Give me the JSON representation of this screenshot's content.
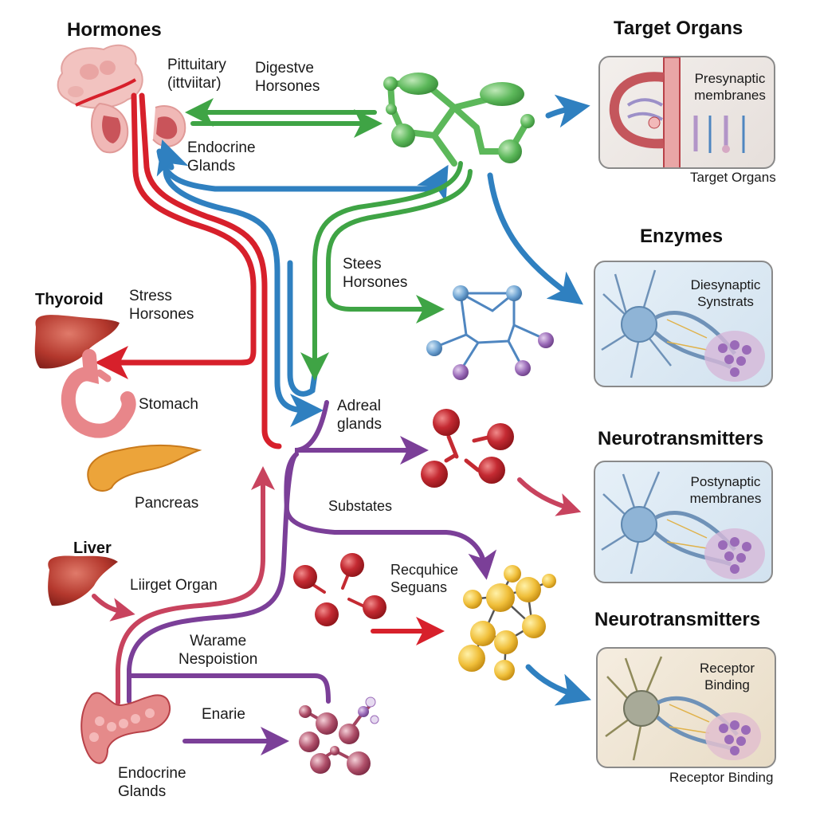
{
  "title": "Hormones",
  "colors": {
    "red_path": "#d7202b",
    "blue_path": "#2f80c0",
    "green_path": "#3fa445",
    "purple_path": "#7b3f98",
    "pink_arrow": "#c8435e",
    "panel_blue_bg": "#dfeaf4",
    "panel_beige_bg": "#efe5d3",
    "panel_gray_bg": "#ece7e4"
  },
  "left_organs": {
    "pituitary": {
      "label_line1": "Pittuitary",
      "label_line2": "(ittviitar)"
    },
    "endocrine_top": {
      "label_line1": "Endocrine",
      "label_line2": "Glands"
    },
    "thyroid": {
      "label": "Thyoroid"
    },
    "stress": {
      "label_line1": "Stress",
      "label_line2": "Horsones"
    },
    "stomach": {
      "label": "Stomach"
    },
    "pancreas": {
      "label": "Pancreas"
    },
    "liver": {
      "label": "Liver"
    },
    "liver_target": {
      "label": "Liirget Organ"
    },
    "response": {
      "label_line1": "Warame",
      "label_line2": "Nespoistion"
    },
    "enarie": {
      "label": "Enarie"
    },
    "endocrine_bottom": {
      "label_line1": "Endocrine",
      "label_line2": "Glands"
    }
  },
  "center_labels": {
    "digestive": {
      "line1": "Digestve",
      "line2": "Horsones"
    },
    "stees": {
      "line1": "Stees",
      "line2": "Horsones"
    },
    "adreal": {
      "line1": "Adreal",
      "line2": "glands"
    },
    "substates": {
      "label": "Substates"
    },
    "recquhice": {
      "line1": "Recquhice",
      "line2": "Seguans"
    }
  },
  "panels": [
    {
      "heading": "Target Organs",
      "line1": "Presynaptic",
      "line2": "membranes",
      "caption": "Target Organs",
      "theme": "gray"
    },
    {
      "heading": "Enzymes",
      "line1": "Diesynaptic",
      "line2": "Synstrats",
      "caption": "",
      "theme": "blue"
    },
    {
      "heading": "Neurotransmitters",
      "line1": "Postynaptic",
      "line2": "membranes",
      "caption": "",
      "theme": "blue"
    },
    {
      "heading": "Neurotransmitters",
      "line1": "Receptor",
      "line2": "Binding",
      "caption": "Receptor Binding",
      "theme": "beige"
    }
  ]
}
